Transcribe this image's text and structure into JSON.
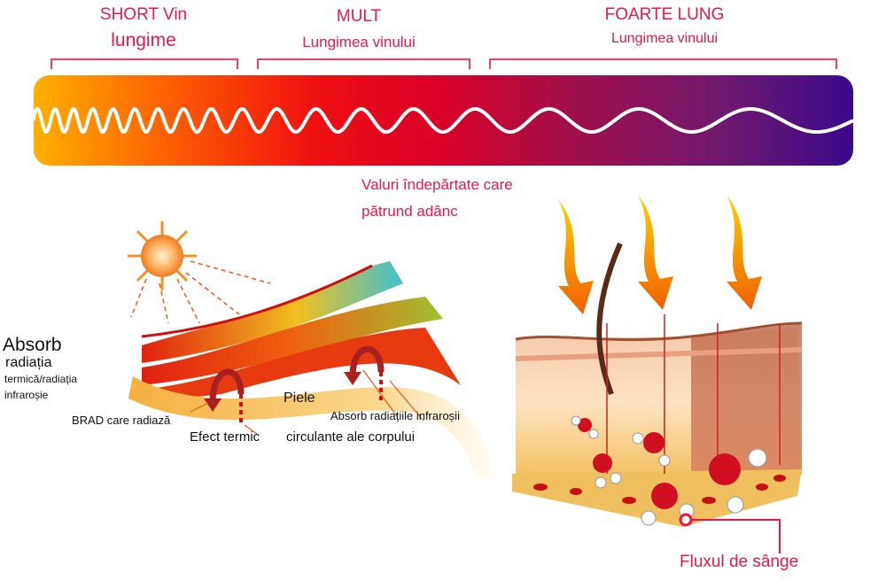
{
  "header": {
    "segments": [
      {
        "title": "SHORT Vin",
        "subtitle": "lungime"
      },
      {
        "title": "MULT",
        "subtitle": "Lungimea vinului"
      },
      {
        "title": "FOARTE LUNG",
        "subtitle": "Lungimea vinului"
      }
    ]
  },
  "spectrum": {
    "label_colors": {
      "accent": "#e8174f",
      "wave": "#ffffff"
    }
  },
  "left_diagram": {
    "absorb_title": "Absorb",
    "absorb_line2": "radiația",
    "absorb_line3": "termică/radiația",
    "absorb_line4": "infraroșie",
    "skin_label": "Piele",
    "brad_label": "BRAD care radiază",
    "effect_label": "Efect termic",
    "absorb_ir_label": "Absorb radiațiile infraroșii",
    "circulate_label": "circulante ale corpului"
  },
  "right_diagram": {
    "waves_line1": "Valuri îndepărtate care",
    "waves_line2": "pătrund adânc",
    "blood_label": "Fluxul de sânge"
  }
}
